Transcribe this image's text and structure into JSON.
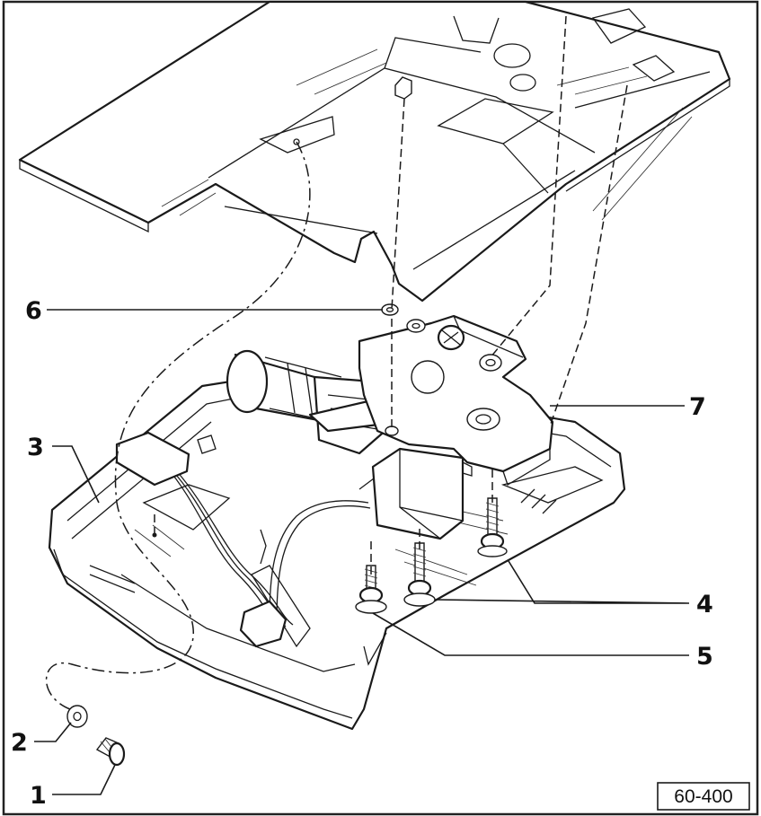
{
  "figure": {
    "callouts": [
      "1",
      "2",
      "3",
      "4",
      "5",
      "6",
      "7"
    ],
    "reference_code": "60-400"
  }
}
